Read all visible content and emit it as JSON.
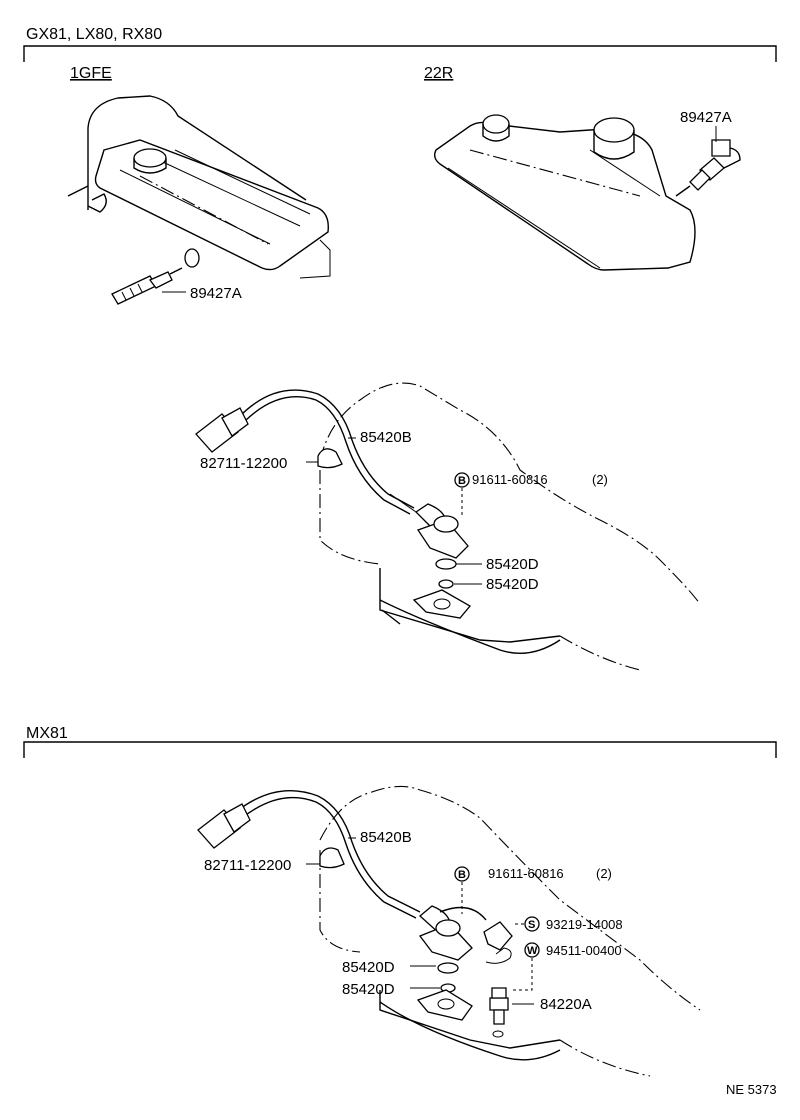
{
  "sections": {
    "top": "GX81, LX80, RX80",
    "bottom": "MX81"
  },
  "engines": {
    "left": "1GFE",
    "right": "22R"
  },
  "labels": {
    "top_1gfe_sensor": "89427A",
    "top_22r_sensor": "89427A",
    "mid_cable": "85420B",
    "mid_clamp": "82711-12200",
    "mid_bolt_code": "91611-60816",
    "mid_bolt_qty": "(2)",
    "mid_oring1": "85420D",
    "mid_oring2": "85420D",
    "bot_cable": "85420B",
    "bot_clamp": "82711-12200",
    "bot_bolt_code": "91611-60816",
    "bot_bolt_qty": "(2)",
    "bot_screw": "93219-14008",
    "bot_washer": "94511-00400",
    "bot_oring1": "85420D",
    "bot_oring2": "85420D",
    "bot_switch": "84220A"
  },
  "markers": {
    "bolt": "B",
    "screw": "S",
    "washer": "W"
  },
  "footer": {
    "code": "NE 5373"
  }
}
